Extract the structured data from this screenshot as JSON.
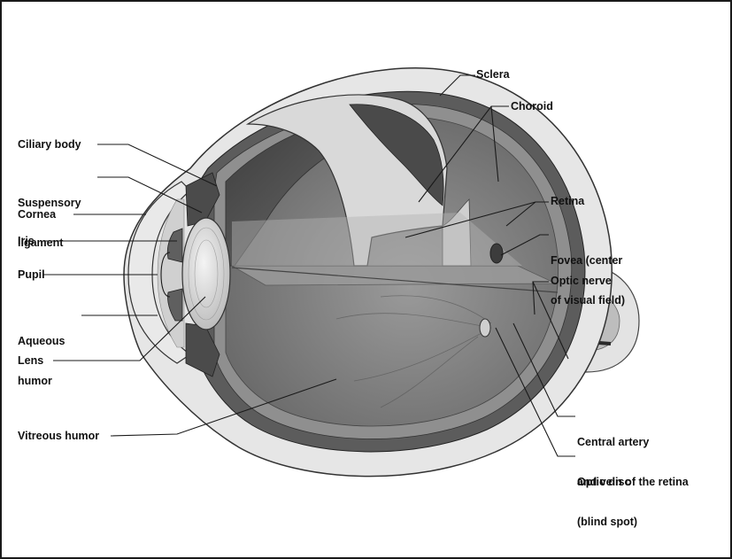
{
  "labels": {
    "sclera": "Sclera",
    "choroid": "Choroid",
    "retina": "Retina",
    "fovea_line1": "Fovea (center",
    "fovea_line2": "of visual field)",
    "optic_nerve": "Optic nerve",
    "central_artery_line1": "Central artery",
    "central_artery_line2": "and vein of the retina",
    "optic_disc_line1": "Optic disc",
    "optic_disc_line2": "(blind spot)",
    "ciliary_body": "Ciliary body",
    "suspensory_line1": "Suspensory",
    "suspensory_line2": "ligament",
    "cornea": "Cornea",
    "iris": "Iris",
    "pupil": "Pupil",
    "aqueous_line1": "Aqueous",
    "aqueous_line2": "humor",
    "lens": "Lens",
    "vitreous_humor": "Vitreous humor"
  },
  "colors": {
    "sclera_fill": "#e6e6e6",
    "choroid_fill": "#5c5c5c",
    "retina_fill": "#8f8f8f",
    "vitreous_fill": "#7d7d7d",
    "cutaway_wall": "#555555",
    "lens_fill": "#dcdcdc",
    "leader": "#1a1a1a"
  }
}
